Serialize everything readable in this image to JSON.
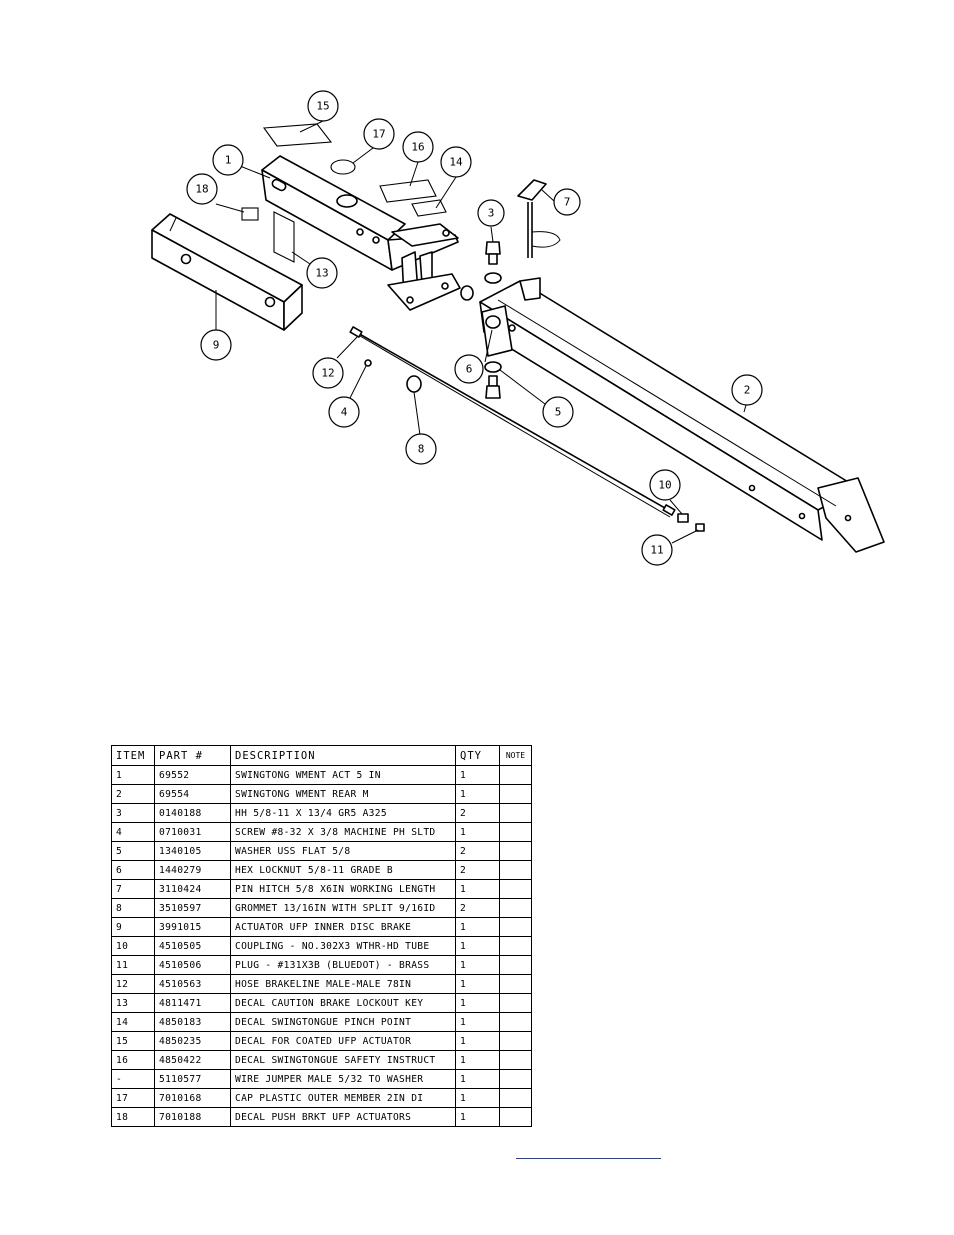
{
  "callouts": [
    "15",
    "17",
    "16",
    "14",
    "1",
    "18",
    "13",
    "9",
    "3",
    "7",
    "6",
    "5",
    "12",
    "4",
    "8",
    "2",
    "10",
    "11"
  ],
  "table": {
    "headers": {
      "item": "ITEM",
      "part": "PART #",
      "description": "DESCRIPTION",
      "qty": "QTY",
      "note": "NOTE"
    },
    "rows": [
      {
        "item": "1",
        "part": "69552",
        "description": "SWINGTONG WMENT ACT 5 IN",
        "qty": "1",
        "note": ""
      },
      {
        "item": "2",
        "part": "69554",
        "description": "SWINGTONG WMENT REAR M",
        "qty": "1",
        "note": ""
      },
      {
        "item": "3",
        "part": "0140188",
        "description": "HH 5/8-11 X 13/4  GR5 A325",
        "qty": "2",
        "note": ""
      },
      {
        "item": "4",
        "part": "0710031",
        "description": "SCREW #8-32 X 3/8 MACHINE PH SLTD",
        "qty": "1",
        "note": ""
      },
      {
        "item": "5",
        "part": "1340105",
        "description": "WASHER USS FLAT 5/8",
        "qty": "2",
        "note": ""
      },
      {
        "item": "6",
        "part": "1440279",
        "description": "HEX LOCKNUT 5/8-11 GRADE B",
        "qty": "2",
        "note": ""
      },
      {
        "item": "7",
        "part": "3110424",
        "description": "PIN HITCH 5/8 X6IN WORKING LENGTH",
        "qty": "1",
        "note": ""
      },
      {
        "item": "8",
        "part": "3510597",
        "description": "GROMMET 13/16IN  WITH SPLIT 9/16ID",
        "qty": "2",
        "note": ""
      },
      {
        "item": "9",
        "part": "3991015",
        "description": "ACTUATOR UFP INNER  DISC BRAKE",
        "qty": "1",
        "note": ""
      },
      {
        "item": "10",
        "part": "4510505",
        "description": "COUPLING - NO.302X3 WTHR-HD TUBE",
        "qty": "1",
        "note": ""
      },
      {
        "item": "11",
        "part": "4510506",
        "description": "PLUG - #131X3B (BLUEDOT) - BRASS",
        "qty": "1",
        "note": ""
      },
      {
        "item": "12",
        "part": "4510563",
        "description": "HOSE BRAKELINE MALE-MALE 78IN",
        "qty": "1",
        "note": ""
      },
      {
        "item": "13",
        "part": "4811471",
        "description": "DECAL CAUTION BRAKE LOCKOUT KEY",
        "qty": "1",
        "note": ""
      },
      {
        "item": "14",
        "part": "4850183",
        "description": "DECAL SWINGTONGUE PINCH POINT",
        "qty": "1",
        "note": ""
      },
      {
        "item": "15",
        "part": "4850235",
        "description": "DECAL FOR COATED UFP ACTUATOR",
        "qty": "1",
        "note": ""
      },
      {
        "item": "16",
        "part": "4850422",
        "description": "DECAL SWINGTONGUE SAFETY INSTRUCT",
        "qty": "1",
        "note": ""
      },
      {
        "item": "-",
        "part": "5110577",
        "description": "WIRE JUMPER MALE 5/32 TO WASHER",
        "qty": "1",
        "note": ""
      },
      {
        "item": "17",
        "part": "7010168",
        "description": "CAP  PLASTIC OUTER MEMBER 2IN DI",
        "qty": "1",
        "note": ""
      },
      {
        "item": "18",
        "part": "7010188",
        "description": "DECAL PUSH BRKT UFP ACTUATORS",
        "qty": "1",
        "note": ""
      }
    ]
  }
}
